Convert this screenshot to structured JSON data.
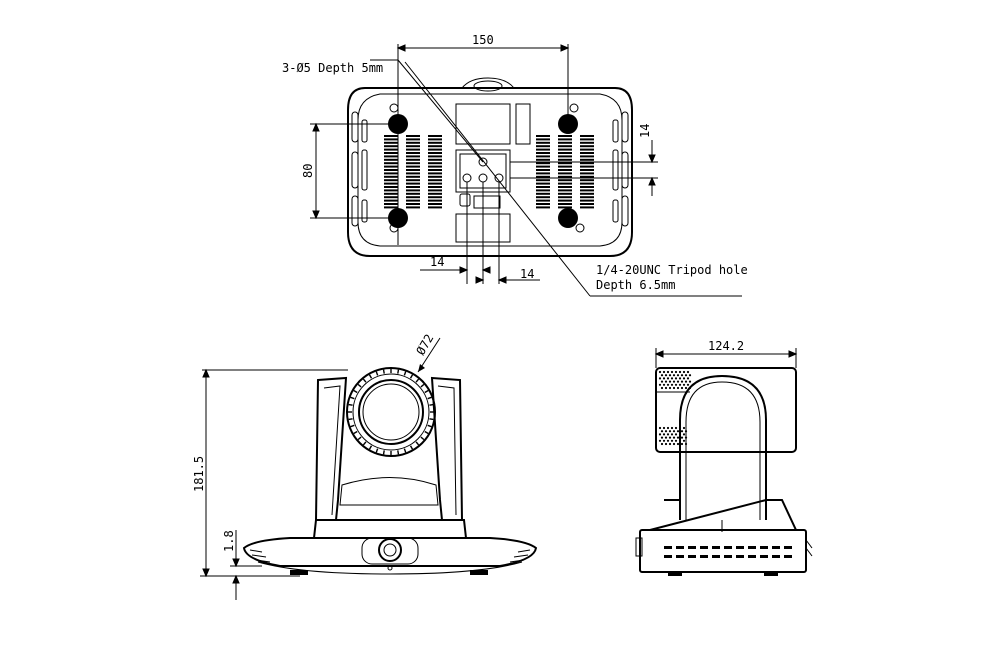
{
  "bottom_view": {
    "dim_width": "150",
    "dim_height": "80",
    "dim_right_spacing": "14",
    "dim_bottom_left": "14",
    "dim_bottom_right": "14",
    "mount_hole_note": "3-Ø5 Depth 5mm",
    "tripod_note_line1": "1/4-20UNC Tripod hole",
    "tripod_note_line2": "Depth 6.5mm"
  },
  "front_view": {
    "dim_lens_diameter": "Ø72",
    "dim_height": "181.5",
    "dim_base_gap": "1.8"
  },
  "side_view": {
    "dim_depth": "124.2"
  }
}
